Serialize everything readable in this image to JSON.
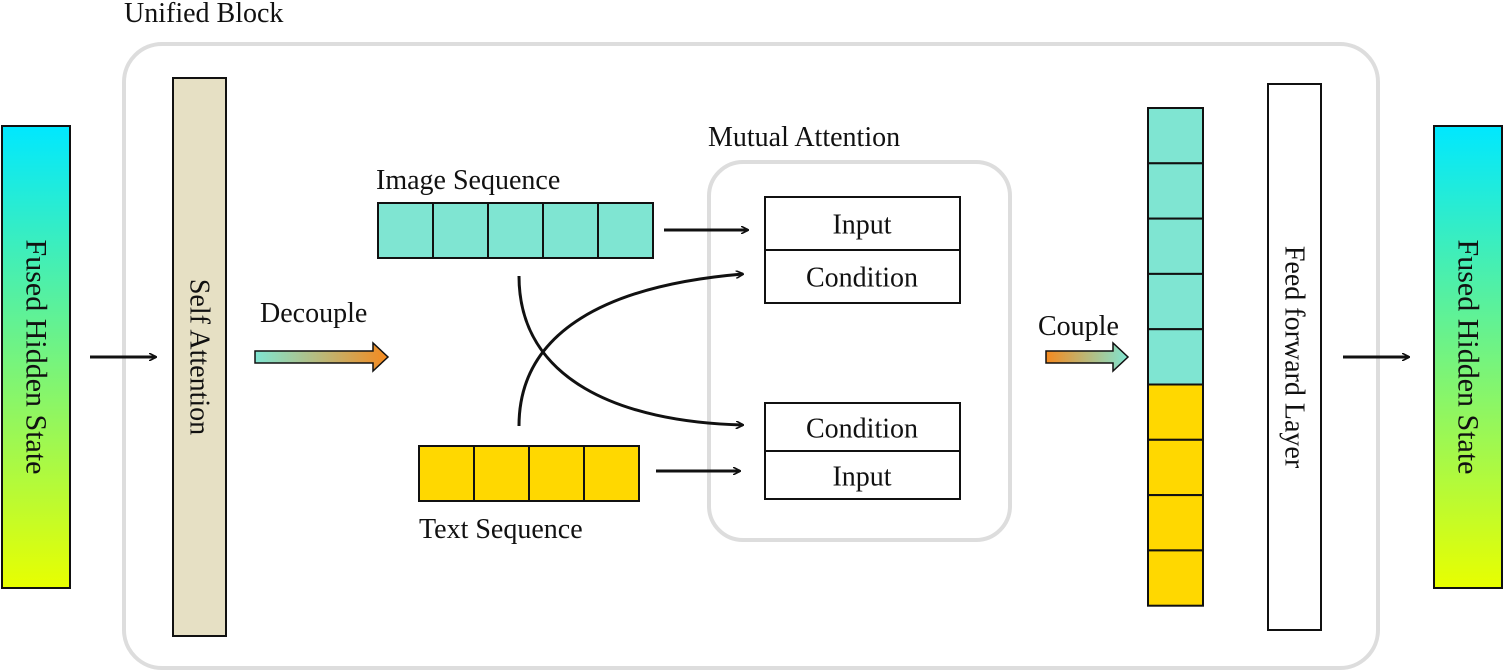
{
  "block": {
    "title": "Unified Block"
  },
  "left_state": {
    "label": "Fused Hidden State"
  },
  "right_state": {
    "label": "Fused Hidden State"
  },
  "self_attention": {
    "label": "Self Attention"
  },
  "decouple": {
    "label": "Decouple"
  },
  "image_sequence": {
    "label": "Image Sequence",
    "cells": 5
  },
  "text_sequence": {
    "label": "Text Sequence",
    "cells": 4
  },
  "mutual_attention": {
    "title": "Mutual Attention",
    "top_pair": {
      "input_label": "Input",
      "condition_label": "Condition"
    },
    "bottom_pair": {
      "condition_label": "Condition",
      "input_label": "Input"
    }
  },
  "couple": {
    "label": "Couple"
  },
  "coupled_sequence": {
    "image_cells": 5,
    "text_cells": 4
  },
  "feed_forward": {
    "label": "Feed forward Layer"
  },
  "colors": {
    "image_token": "#7fe5d2",
    "text_token": "#ffd800",
    "self_attention_fill": "#e6e0c4",
    "state_gradient_top": "#00e8ff",
    "state_gradient_bottom": "#e8ff00",
    "arrow_gradient_from": "#7fe5d2",
    "arrow_gradient_to": "#f58a1f",
    "frame_stroke": "#dddddd"
  }
}
